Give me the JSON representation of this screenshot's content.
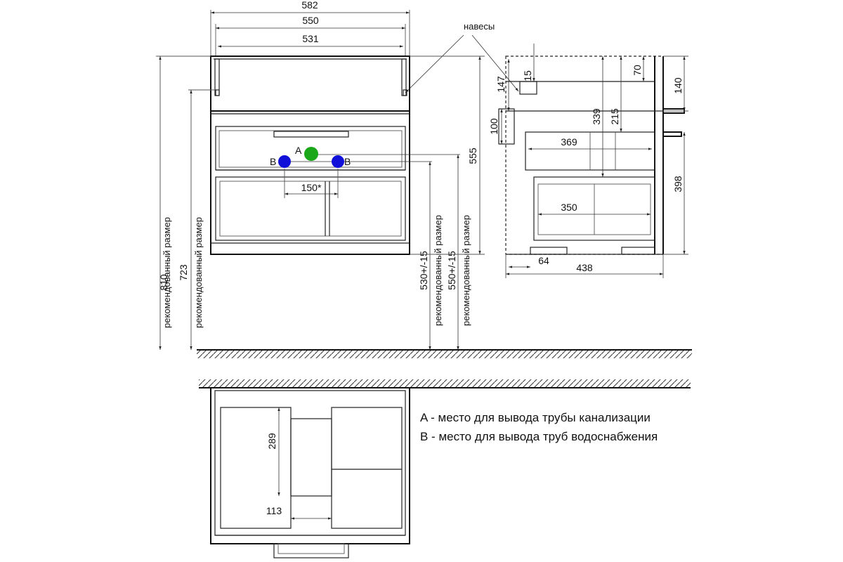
{
  "dimensions": {
    "width_582": "582",
    "width_550": "550",
    "width_531": "531",
    "hinges": "навесы",
    "height_810": "810",
    "height_723": "723",
    "recommended": "рекомендованный размер",
    "height_555": "555",
    "height_530": "530+/-15",
    "height_550": "550+/-15",
    "spacing_150": "150*",
    "label_a": "A",
    "label_b": "B",
    "side_147": "147",
    "side_15": "15",
    "side_70": "70",
    "side_140": "140",
    "side_339": "339",
    "side_215": "215",
    "side_100": "100",
    "side_369": "369",
    "side_398": "398",
    "side_350": "350",
    "side_64": "64",
    "side_438": "438",
    "plan_289": "289",
    "plan_113": "113"
  },
  "legend": {
    "a": "A - место для вывода трубы канализации",
    "b": "B - место для вывода труб водоснабжения"
  },
  "colors": {
    "drain": "#1aa81a",
    "water": "#1010d8",
    "line": "#222222"
  }
}
